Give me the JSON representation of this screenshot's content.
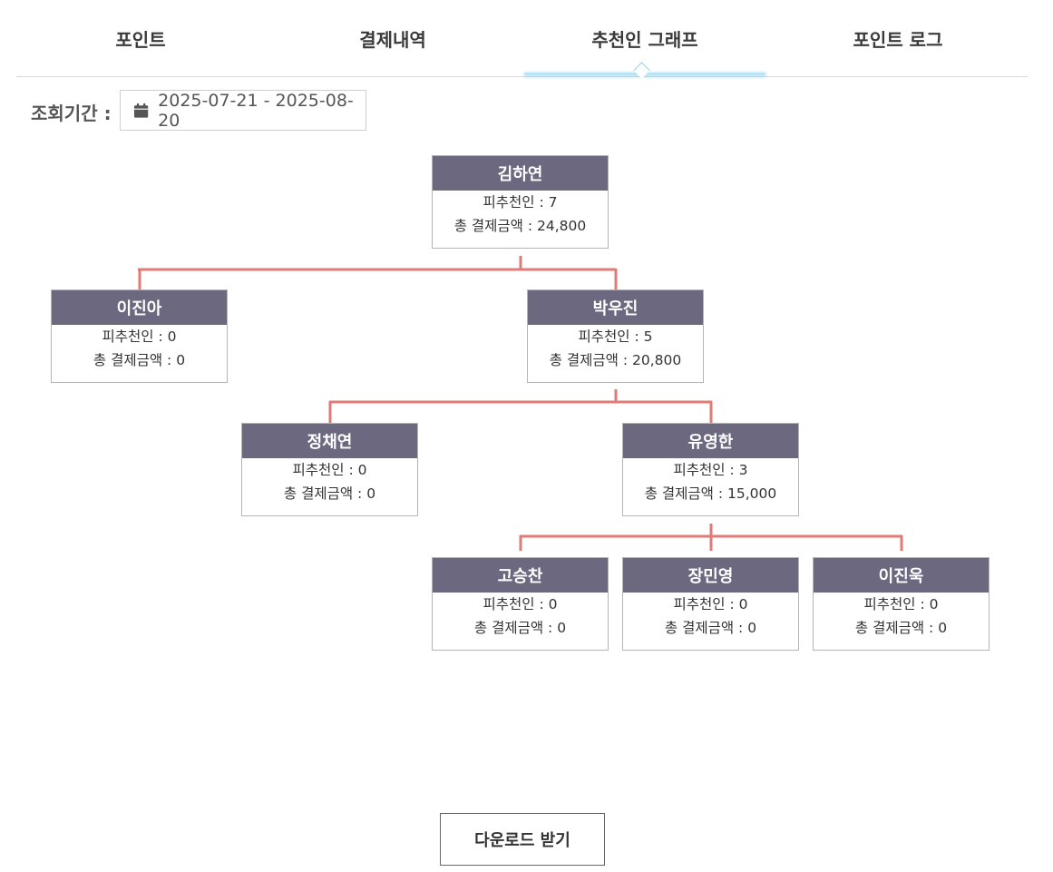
{
  "tabs": [
    {
      "label": "포인트",
      "active": false
    },
    {
      "label": "결제내역",
      "active": false
    },
    {
      "label": "추천인 그래프",
      "active": true
    },
    {
      "label": "포인트 로그",
      "active": false
    }
  ],
  "period": {
    "label": "조회기간 :",
    "range": "2025-07-21 - 2025-08-20",
    "icon": "calendar-icon"
  },
  "field_labels": {
    "referrals": "피추천인 :",
    "total_payment": "총 결제금액 :"
  },
  "tree": {
    "nodes": [
      {
        "id": "kim-hayeon",
        "name": "김하연",
        "referrals": "7",
        "total_payment": "24,800"
      },
      {
        "id": "lee-jina",
        "name": "이진아",
        "referrals": "0",
        "total_payment": "0"
      },
      {
        "id": "park-ujin",
        "name": "박우진",
        "referrals": "5",
        "total_payment": "20,800"
      },
      {
        "id": "jeong-chaeyeon",
        "name": "정채연",
        "referrals": "0",
        "total_payment": "0"
      },
      {
        "id": "yu-yeonghan",
        "name": "유영한",
        "referrals": "3",
        "total_payment": "15,000"
      },
      {
        "id": "go-seungchan",
        "name": "고승찬",
        "referrals": "0",
        "total_payment": "0"
      },
      {
        "id": "jang-minyeong",
        "name": "장민영",
        "referrals": "0",
        "total_payment": "0"
      },
      {
        "id": "lee-jinuk",
        "name": "이진욱",
        "referrals": "0",
        "total_payment": "0"
      }
    ]
  },
  "colors": {
    "node_header": "#6b6880",
    "connector": "#e07b78",
    "active_tab_accent": "#8fd3ee"
  },
  "download_label": "다운로드 받기"
}
